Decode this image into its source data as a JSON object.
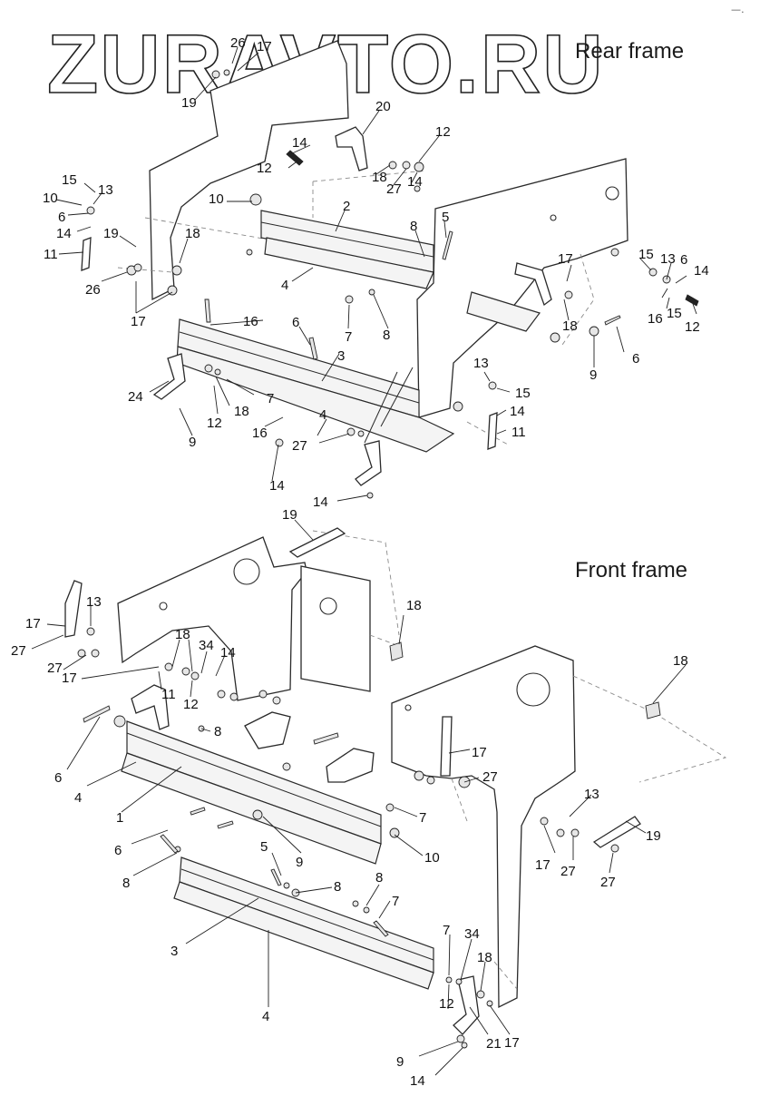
{
  "watermark": "ZURAVTO.RU",
  "rear_frame": {
    "title": "Rear frame",
    "callouts": [
      "26",
      "17",
      "19",
      "20",
      "14",
      "12",
      "12",
      "18",
      "27",
      "14",
      "15",
      "13",
      "10",
      "6",
      "14",
      "19",
      "11",
      "18",
      "26",
      "17",
      "10",
      "2",
      "8",
      "5",
      "4",
      "17",
      "15",
      "13",
      "6",
      "14",
      "16",
      "15",
      "12",
      "18",
      "16",
      "6",
      "7",
      "8",
      "9",
      "6",
      "24",
      "18",
      "7",
      "3",
      "12",
      "9",
      "16",
      "4",
      "27",
      "13",
      "15",
      "14",
      "11",
      "14",
      "14"
    ]
  },
  "front_frame": {
    "title": "Front frame",
    "callouts": [
      "19",
      "18",
      "13",
      "17",
      "27",
      "18",
      "34",
      "14",
      "27",
      "17",
      "11",
      "12",
      "18",
      "8",
      "6",
      "4",
      "1",
      "17",
      "27",
      "13",
      "7",
      "9",
      "10",
      "19",
      "6",
      "17",
      "27",
      "27",
      "8",
      "5",
      "8",
      "8",
      "7",
      "3",
      "4",
      "7",
      "34",
      "18",
      "12",
      "9",
      "21",
      "17",
      "14"
    ]
  },
  "top_right_mark": "—․"
}
